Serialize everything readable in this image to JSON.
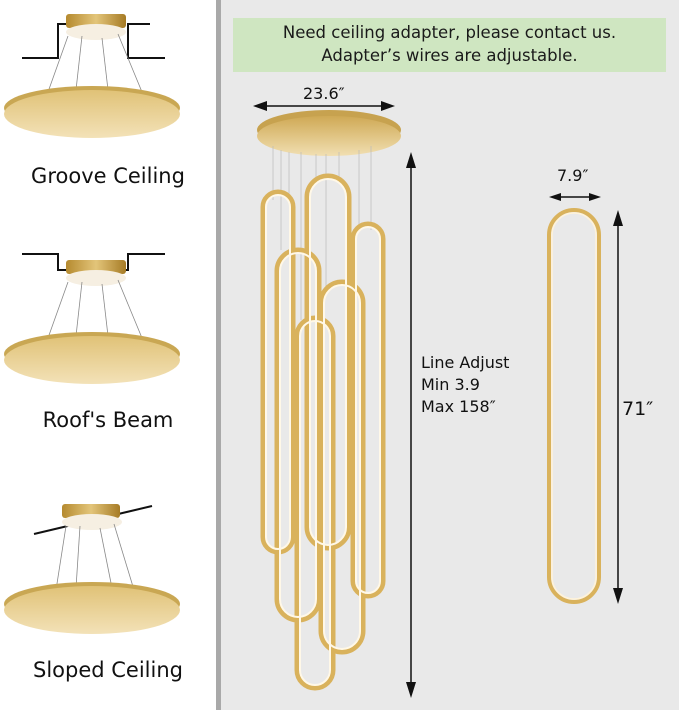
{
  "left_panel": {
    "installations": [
      {
        "label": "Groove Ceiling",
        "ceiling_type": "groove"
      },
      {
        "label": "Roof's Beam",
        "ceiling_type": "beam"
      },
      {
        "label": "Sloped Ceiling",
        "ceiling_type": "sloped"
      }
    ]
  },
  "right_panel": {
    "banner": {
      "line1": "Need ceiling adapter, please contact us.",
      "line2": "Adapter’s wires are adjustable."
    },
    "canopy_width": "23.6″",
    "line_adjust": {
      "title": "Line Adjust",
      "min": "Min 3.9",
      "max": "Max 158″"
    },
    "ring_width": "7.9″",
    "ring_height": "71″"
  },
  "colors": {
    "gold": "#d9b25c",
    "banner_bg": "#cfe6c1",
    "panel_bg": "#e9e9e9",
    "divider": "#a9a9a9"
  }
}
